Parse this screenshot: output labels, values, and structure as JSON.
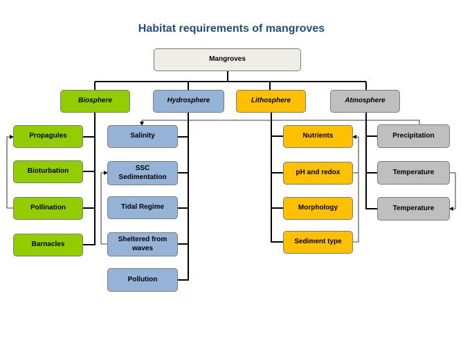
{
  "title": "Habitat requirements of mangroves",
  "root": "Mangroves",
  "categories": {
    "biosphere": "Biosphere",
    "hydrosphere": "Hydrosphere",
    "lithosphere": "Lithosphere",
    "atmosphere": "Atmosphere"
  },
  "biosphere": [
    "Propagules",
    "Bioturbation",
    "Pollination",
    "Barnacles"
  ],
  "hydrosphere": [
    "Salinity",
    "SSC Sedimentation",
    "Tidal Regime",
    "Sheltered from waves",
    "Pollution"
  ],
  "lithosphere": [
    "Nutrients",
    "pH and redox",
    "Morphology",
    "Sediment type"
  ],
  "atmosphere": [
    "Precipitation",
    "Temperature",
    "Temperature"
  ],
  "colors": {
    "biosphere": "#92cd00",
    "hydrosphere": "#95b3d7",
    "lithosphere": "#ffc000",
    "atmosphere": "#bfbfbf",
    "root": "#eeede6",
    "title": "#1f4e79"
  }
}
